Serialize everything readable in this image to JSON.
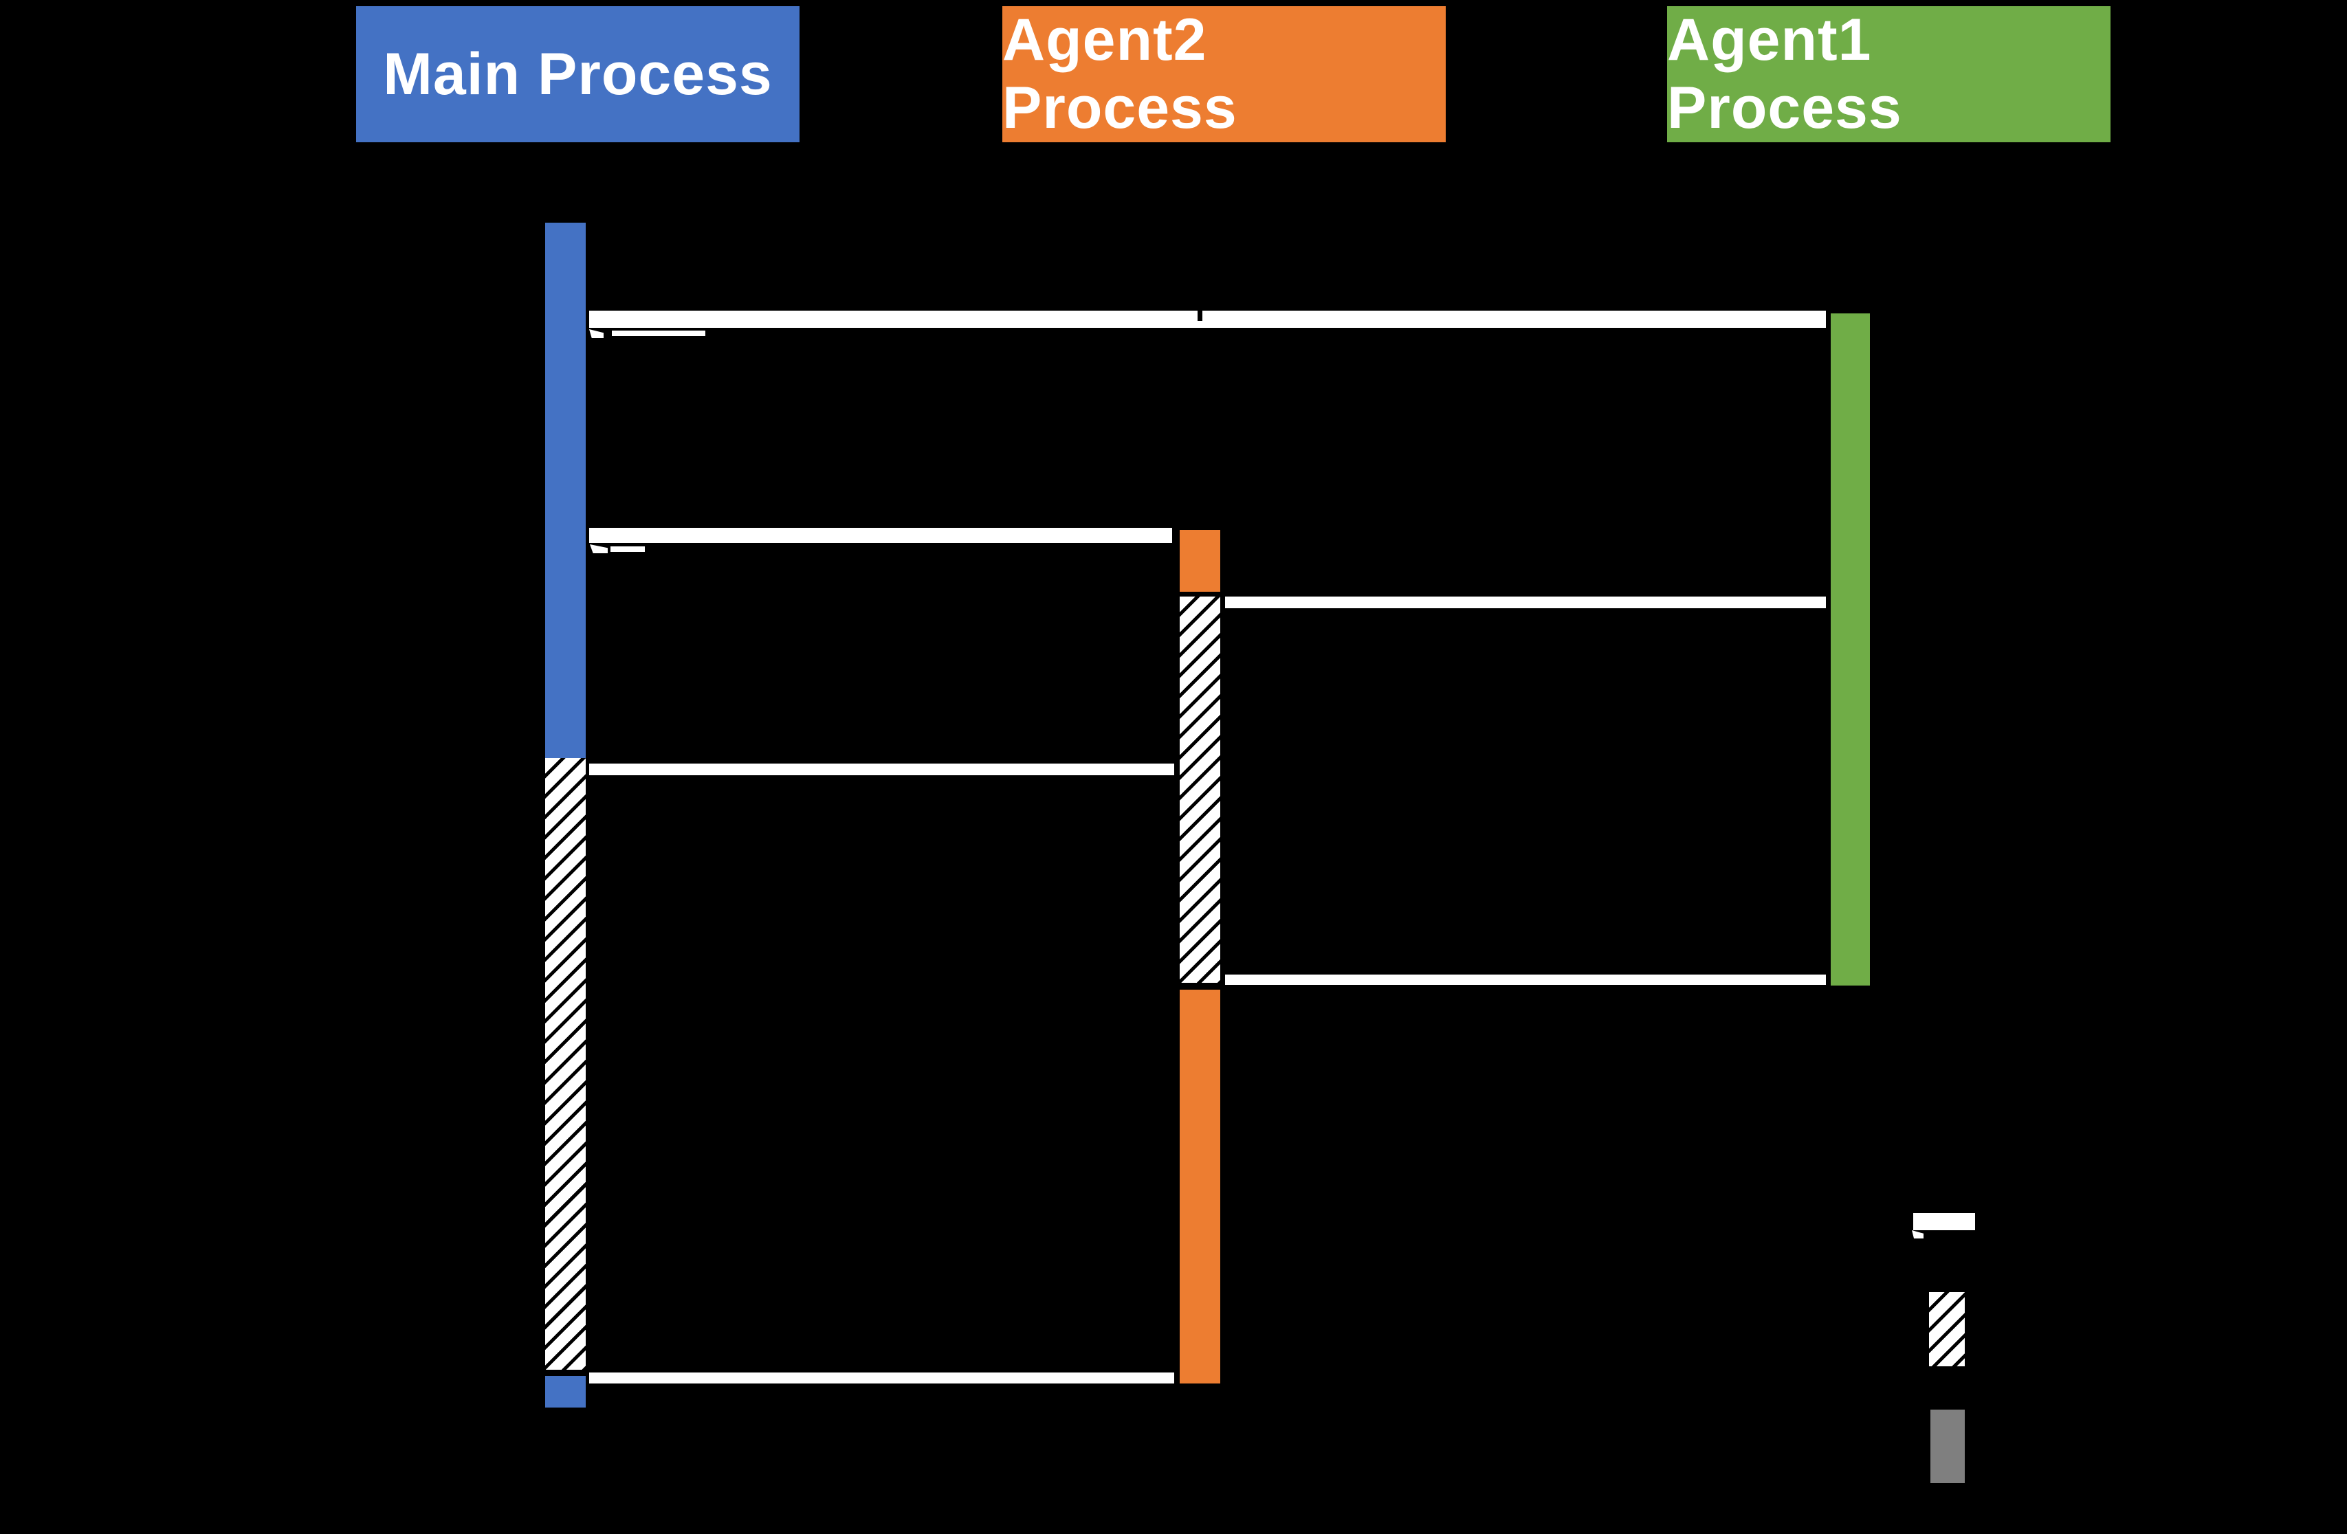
{
  "diagram_type": "process-sequence-diagram",
  "background": "#000000",
  "processes": [
    {
      "label": "Main Process",
      "color": "#4472c4"
    },
    {
      "label": "Agent2 Process",
      "color": "#ed7d31"
    },
    {
      "label": "Agent1 Process",
      "color": "#70ad47"
    }
  ],
  "activations": [
    {
      "process": "Main Process",
      "segments": [
        "solid-blue",
        "hatched-white",
        "solid-blue"
      ]
    },
    {
      "process": "Agent2 Process",
      "segments": [
        "solid-orange",
        "hatched-white",
        "solid-orange"
      ]
    },
    {
      "process": "Agent1 Process",
      "segments": [
        "solid-green"
      ]
    }
  ],
  "messages": [
    {
      "from": "Main Process",
      "to": "Agent1 Process"
    },
    {
      "from": "Main Process",
      "to": "Agent2 Process"
    },
    {
      "from": "Agent2 Process",
      "to": "Agent1 Process"
    },
    {
      "from": "Main Process",
      "to": "Agent2 Process"
    },
    {
      "from": "Agent1 Process",
      "to": "Agent2 Process"
    },
    {
      "from": "Agent2 Process",
      "to": "Main Process"
    }
  ],
  "legend": {
    "items": [
      {
        "symbol": "white-message-arrow"
      },
      {
        "symbol": "hatched-activation-box"
      },
      {
        "symbol": "gray-box"
      }
    ],
    "gray_color": "#7f7f7f"
  },
  "colors": {
    "background": "#000000",
    "arrow": "#ffffff",
    "hatch_fill": "#ffffff",
    "hatch_lines": "#000000",
    "blue": "#4472c4",
    "orange": "#ed7d31",
    "green": "#70ad47",
    "gray": "#7f7f7f"
  }
}
